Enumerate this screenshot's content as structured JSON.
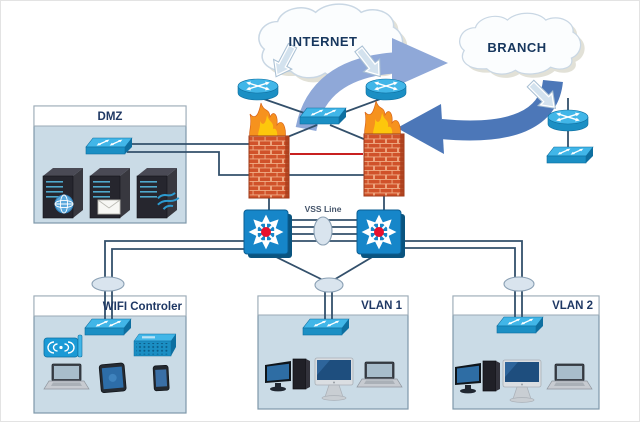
{
  "clouds": {
    "internet_label": "INTERNET",
    "branch_label": "BRANCH"
  },
  "zones": {
    "dmz": {
      "label": "DMZ"
    },
    "wifi": {
      "label": "WIFI Controler"
    },
    "vlan1": {
      "label": "VLAN 1"
    },
    "vlan2": {
      "label": "VLAN 2"
    }
  },
  "annotations": {
    "vss_line": "VSS Line"
  },
  "devices": {
    "internet_edge": [
      "router",
      "router",
      "switch"
    ],
    "branch": [
      "router",
      "switch"
    ],
    "security": [
      "firewall",
      "firewall"
    ],
    "core": [
      "multilayer-switch",
      "multilayer-switch"
    ],
    "dmz": [
      "switch",
      "web-server",
      "mail-server",
      "app-server"
    ],
    "wifi": [
      "switch",
      "access-point",
      "wlan-controller",
      "laptop",
      "tablet",
      "smartphone"
    ],
    "vlan1": [
      "switch",
      "desktop-pc",
      "imac",
      "laptop"
    ],
    "vlan2": [
      "switch",
      "desktop-pc",
      "imac",
      "laptop"
    ]
  },
  "colors": {
    "device_blue": "#1B8FC4",
    "device_blue_light": "#41B6E8",
    "device_blue_dark": "#0E6FA0",
    "core_switch_blue": "#1686C9",
    "core_switch_red": "#E8112D",
    "zone_fill": "#CADBE6",
    "zone_border": "#7E98A9",
    "header_fill": "#FFFFFF",
    "label_navy": "#1F3864",
    "line": "#33506B",
    "red_link": "#C00000",
    "swoosh_light": "#8FA8D8",
    "swoosh_dark": "#4C77B8",
    "flame_orange": "#F6921E",
    "flame_yellow": "#FDC70C",
    "brick": "#D0522A",
    "ellipse_fill": "#D9E4EE"
  }
}
